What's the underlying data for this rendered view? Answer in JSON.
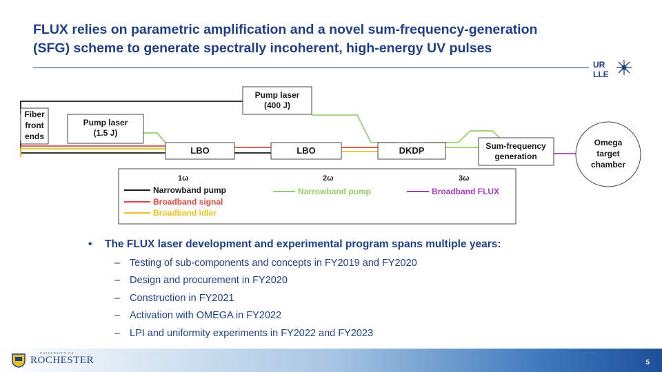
{
  "title": {
    "line1": "FLUX relies on parametric amplification and a novel sum-frequency-generation",
    "line2": "(SFG) scheme to generate spectrally incoherent, high-energy UV pulses"
  },
  "diagram": {
    "pump_laser_main": {
      "line1": "Pump laser",
      "line2": "(400 J)"
    },
    "fiber_front_ends": {
      "line1": "Fiber",
      "line2": "front",
      "line3": "ends"
    },
    "pump_laser_small": {
      "line1": "Pump laser",
      "line2": "(1.5 J)"
    },
    "lbo_1": "LBO",
    "lbo_2": "LBO",
    "dkdp": "DKDP",
    "sfg": {
      "line1": "Sum-frequency",
      "line2": "generation"
    },
    "omega": {
      "line1": "Omega",
      "line2": "target",
      "line3": "chamber"
    },
    "legend": {
      "col1_number": "1ω",
      "col2_number": "2ω",
      "col3_number": "3ω",
      "narrowband_pump_1w": "Narrowband pump",
      "broadband_signal": "Broadband signal",
      "broadband_idler": "Broadband idler",
      "narrowband_pump_2w": "Narrowband pump",
      "broadband_flux": "Broadband FLUX"
    },
    "colors": {
      "black": "#1a1a1a",
      "red": "#e0483c",
      "yellow": "#e8c21c",
      "green": "#96d06a",
      "purple": "#a43cc4"
    }
  },
  "bullets": {
    "main": "The FLUX laser development and experimental program spans multiple years:",
    "items": [
      "Testing of sub-components and concepts in FY2019 and FY2020",
      "Design and procurement in FY2020",
      "Construction in FY2021",
      "Activation with OMEGA in FY2022",
      "LPI and uniformity experiments in FY2022 and FY2023"
    ]
  },
  "footer": {
    "university_small": "UNIVERSITY OF",
    "university_name": "ROCHESTER",
    "page_number": "5",
    "lab_logo": {
      "line1": "UR",
      "line2": "LLE"
    }
  }
}
